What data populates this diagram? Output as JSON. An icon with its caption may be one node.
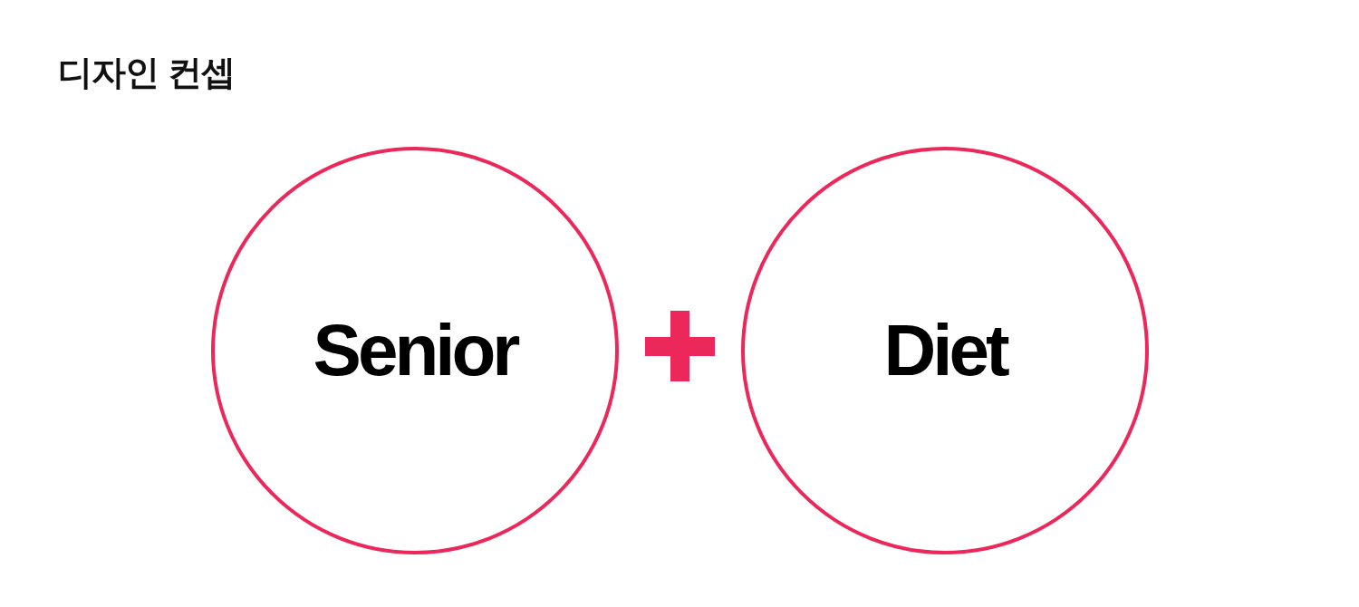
{
  "diagram": {
    "title": "디자인 컨셉",
    "nodes": [
      {
        "text": [
          "Senior"
        ]
      },
      {
        "text": [
          "Diet"
        ]
      }
    ]
  }
}
